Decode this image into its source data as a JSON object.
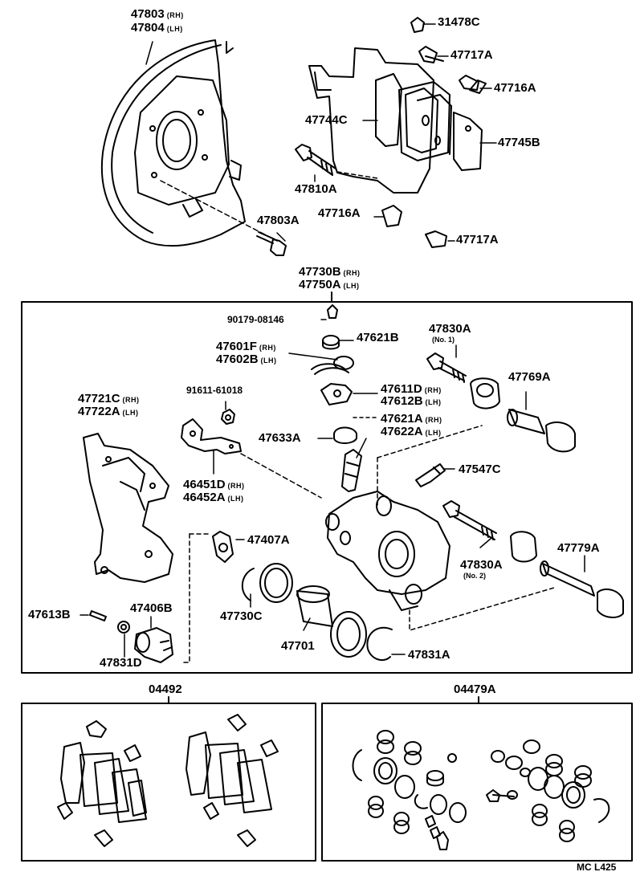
{
  "colors": {
    "ink": "#000000",
    "paper": "#ffffff"
  },
  "labels": {
    "l47803rh": {
      "code": "47803",
      "suffix": "(RH)"
    },
    "l47804lh": {
      "code": "47804",
      "suffix": "(LH)"
    },
    "l31478c": {
      "code": "31478C"
    },
    "l47717a_top": {
      "code": "47717A"
    },
    "l47716a_top": {
      "code": "47716A"
    },
    "l47744c": {
      "code": "47744C"
    },
    "l47745b": {
      "code": "47745B"
    },
    "l47810a": {
      "code": "47810A"
    },
    "l47716a_bot": {
      "code": "47716A"
    },
    "l47803a": {
      "code": "47803A"
    },
    "l47717a_bot": {
      "code": "47717A"
    },
    "l47730b": {
      "code": "47730B",
      "suffix": "(RH)"
    },
    "l47750a": {
      "code": "47750A",
      "suffix": "(LH)"
    },
    "l90179": {
      "code": "90179-08146"
    },
    "l47621b": {
      "code": "47621B"
    },
    "l47830a_1": {
      "code": "47830A",
      "sub": "(No. 1)"
    },
    "l47601f": {
      "code": "47601F",
      "suffix": "(RH)"
    },
    "l47602b": {
      "code": "47602B",
      "suffix": "(LH)"
    },
    "l47769a": {
      "code": "47769A"
    },
    "l91611": {
      "code": "91611-61018"
    },
    "l47611d": {
      "code": "47611D",
      "suffix": "(RH)"
    },
    "l47612b": {
      "code": "47612B",
      "suffix": "(LH)"
    },
    "l47721c": {
      "code": "47721C",
      "suffix": "(RH)"
    },
    "l47722a": {
      "code": "47722A",
      "suffix": "(LH)"
    },
    "l47633a": {
      "code": "47633A"
    },
    "l47621a": {
      "code": "47621A",
      "suffix": "(RH)"
    },
    "l47622a": {
      "code": "47622A",
      "suffix": "(LH)"
    },
    "l47547c": {
      "code": "47547C"
    },
    "l46451d": {
      "code": "46451D",
      "suffix": "(RH)"
    },
    "l46452a": {
      "code": "46452A",
      "suffix": "(LH)"
    },
    "l47407a": {
      "code": "47407A"
    },
    "l47779a": {
      "code": "47779A"
    },
    "l47830a_2": {
      "code": "47830A",
      "sub": "(No. 2)"
    },
    "l47613b": {
      "code": "47613B"
    },
    "l47406b": {
      "code": "47406B"
    },
    "l47730c": {
      "code": "47730C"
    },
    "l47831d": {
      "code": "47831D"
    },
    "l47701": {
      "code": "47701"
    },
    "l47831a": {
      "code": "47831A"
    },
    "l04492": {
      "code": "04492"
    },
    "l04479a": {
      "code": "04479A"
    },
    "footer": {
      "code": "MC L425"
    }
  }
}
